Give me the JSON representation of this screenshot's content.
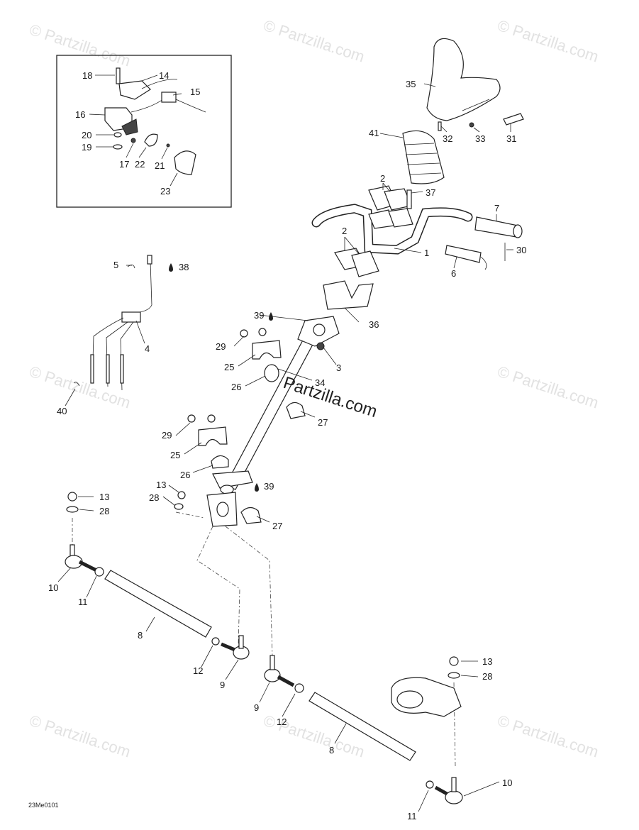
{
  "watermarks": {
    "tiled": "© Partzilla.com",
    "center": "Partzilla.com"
  },
  "diagram_code": "23Me0101",
  "callouts": {
    "c1": "1",
    "c2a": "2",
    "c2b": "2",
    "c3": "3",
    "c4": "4",
    "c5": "5",
    "c6": "6",
    "c7": "7",
    "c8a": "8",
    "c8b": "8",
    "c9a": "9",
    "c9b": "9",
    "c10a": "10",
    "c10b": "10",
    "c11a": "11",
    "c11b": "11",
    "c12a": "12",
    "c12b": "12",
    "c13a": "13",
    "c13b": "13",
    "c13c": "13",
    "c14": "14",
    "c15": "15",
    "c16": "16",
    "c17": "17",
    "c18": "18",
    "c19": "19",
    "c20": "20",
    "c21": "21",
    "c22": "22",
    "c23": "23",
    "c25a": "25",
    "c25b": "25",
    "c26a": "26",
    "c26b": "26",
    "c27a": "27",
    "c27b": "27",
    "c28a": "28",
    "c28b": "28",
    "c28c": "28",
    "c29a": "29",
    "c29b": "29",
    "c30": "30",
    "c31": "31",
    "c32": "32",
    "c33": "33",
    "c34": "34",
    "c35": "35",
    "c36": "36",
    "c37": "37",
    "c38": "38",
    "c39a": "39",
    "c39b": "39",
    "c40": "40",
    "c41": "41"
  }
}
